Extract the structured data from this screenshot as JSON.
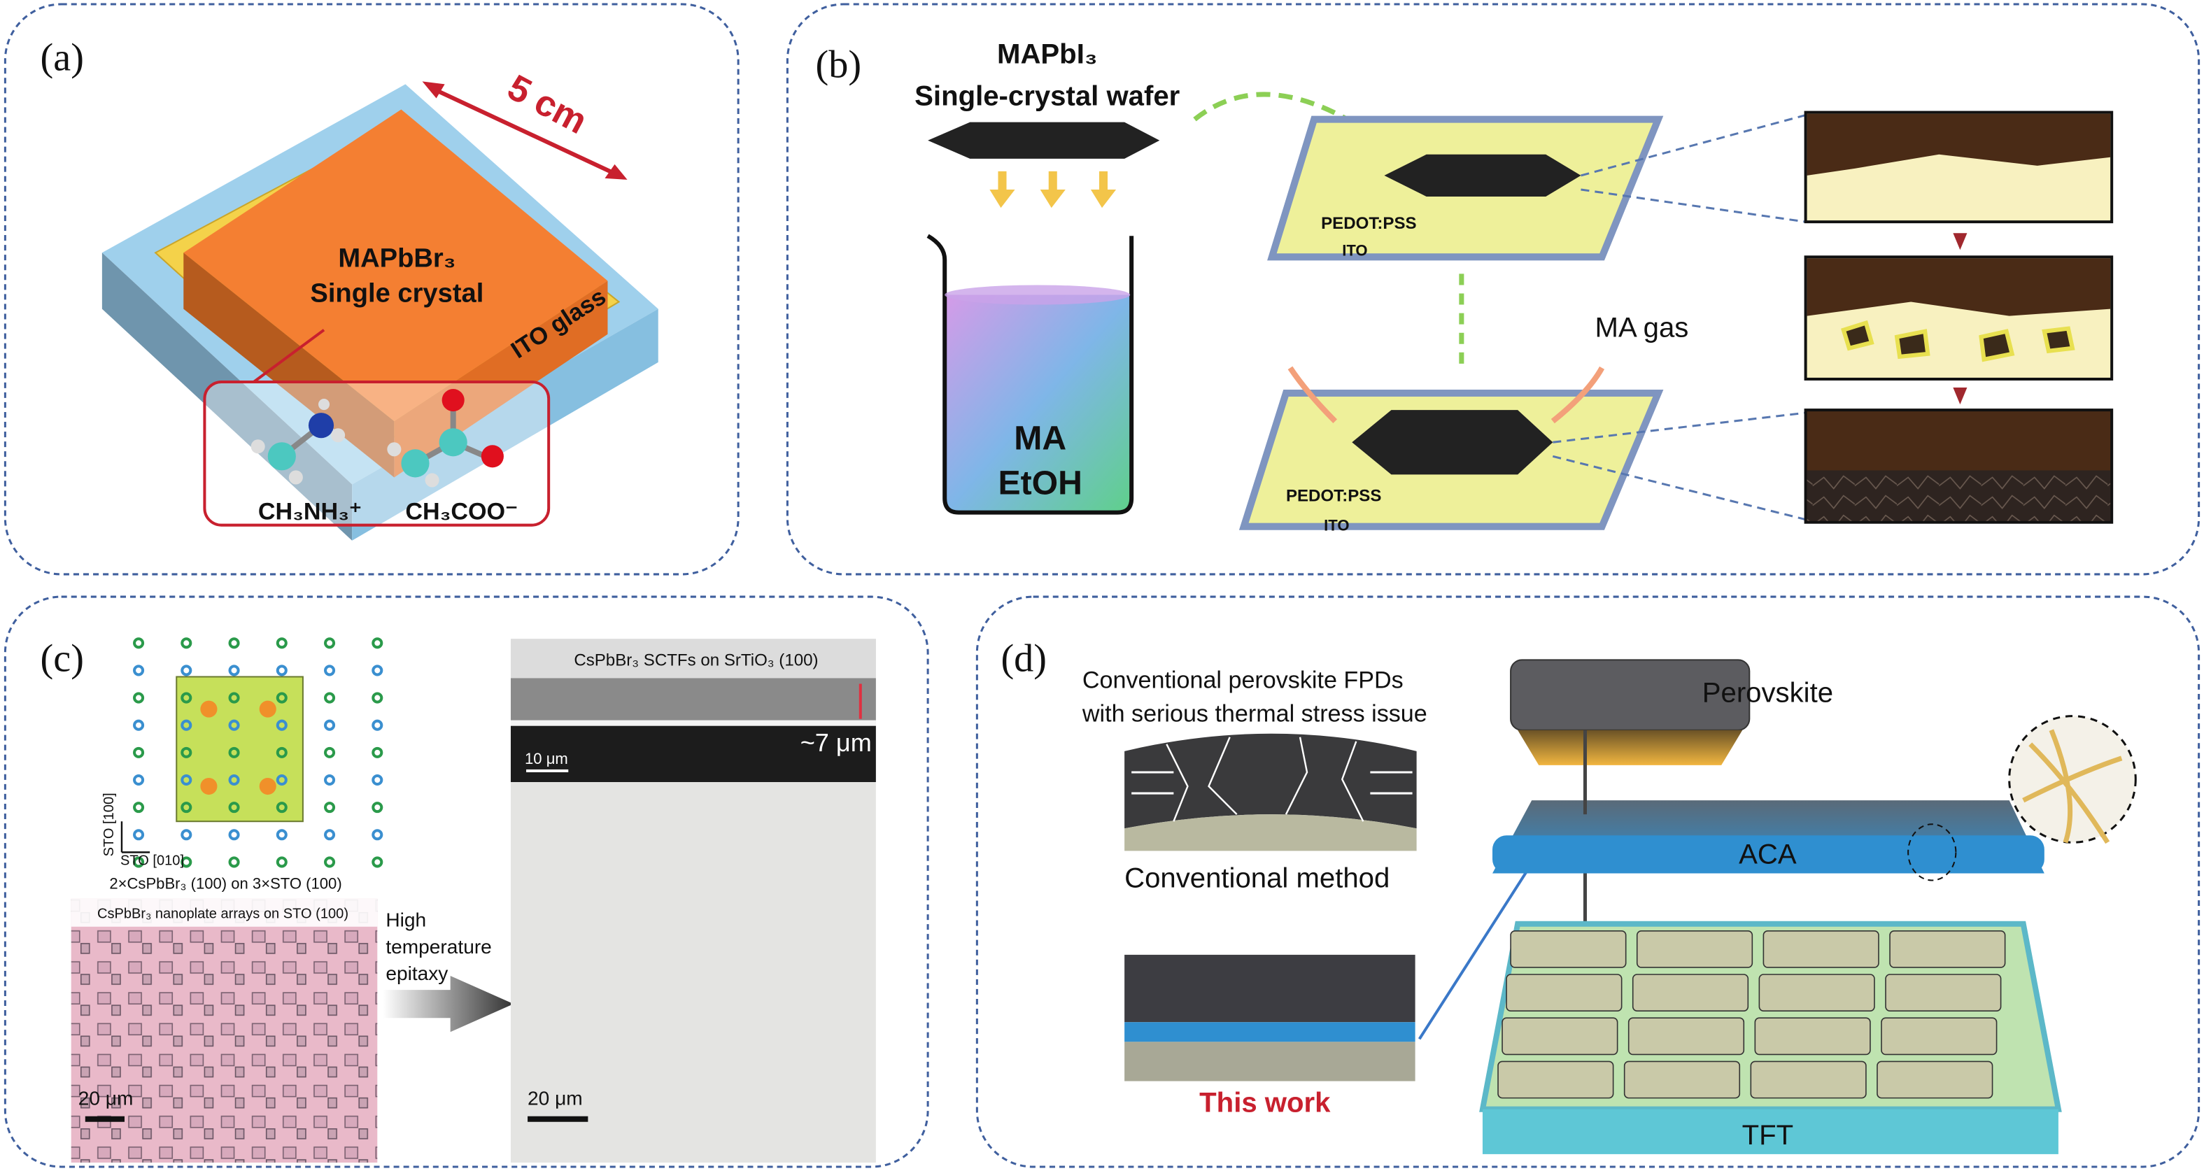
{
  "colors": {
    "panel_border": "#3f5f9e",
    "accent_red": "#c8202e",
    "crystal_orange": "#f07a2e",
    "glass_blue": "#8fc8e8",
    "aca_blue": "#2f8fd0"
  },
  "panel_a": {
    "label": "(a)",
    "dimension": "5 cm",
    "crystal_line1": "MAPbBr₃",
    "crystal_line2": "Single crystal",
    "substrate": "ITO glass",
    "cation": "CH₃NH₃⁺",
    "anion": "CH₃COO⁻"
  },
  "panel_b": {
    "label": "(b)",
    "wafer_line1": "MAPbI₃",
    "wafer_line2": "Single-crystal wafer",
    "solution_line1": "MA",
    "solution_line2": "EtOH",
    "layer_pedot_top": "PEDOT:PSS",
    "layer_ito_top": "ITO",
    "gas": "MA gas",
    "layer_pedot_bottom": "PEDOT:PSS",
    "layer_ito_bottom": "ITO"
  },
  "panel_c": {
    "label": "(c)",
    "axis_vertical": "STO [100]",
    "axis_horizontal": "STO [010]",
    "lattice_caption": "2×CsPbBr₃ (100) on 3×STO (100)",
    "optical_caption": "CsPbBr₃ nanoplate arrays on STO (100)",
    "optical_scale": "20 μm",
    "process_line1": "High",
    "process_line2": "temperature",
    "process_line3": "epitaxy",
    "sem_caption": "CsPbBr₃ SCTFs on SrTiO₃ (100)",
    "cross_section_scale": "10 μm",
    "thickness": "~7 μm",
    "sem_scale": "20 μm"
  },
  "panel_d": {
    "label": "(d)",
    "issue_line1": "Conventional perovskite FPDs",
    "issue_line2": "with serious thermal stress issue",
    "conventional": "Conventional method",
    "this_work": "This work",
    "top_layer": "Perovskite",
    "middle_layer": "ACA",
    "bottom_layer": "TFT"
  }
}
